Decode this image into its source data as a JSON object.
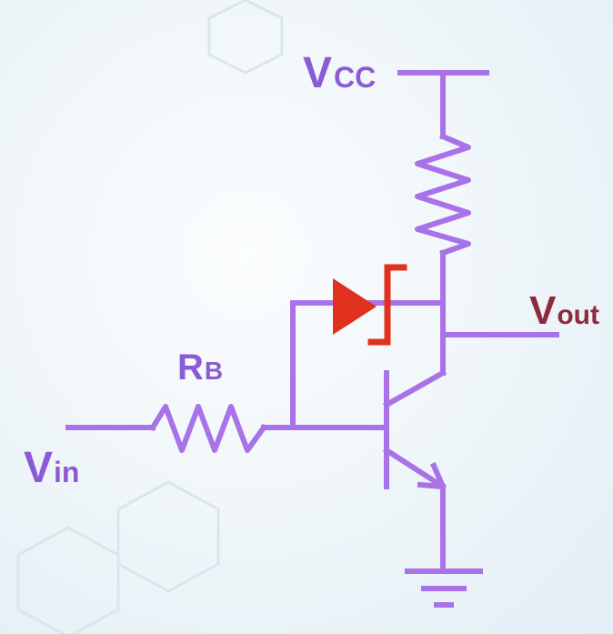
{
  "colors": {
    "wire": "#a972e8",
    "label": "#8b5bd6",
    "vout_label": "#8e2a3c",
    "zener": "#e0301e"
  },
  "labels": {
    "vcc_main": "V",
    "vcc_sub": "CC",
    "vout_main": "V",
    "vout_sub": "out",
    "vin_main": "V",
    "vin_sub": "in",
    "rb_main": "R",
    "rb_sub": "B"
  },
  "components": [
    {
      "type": "supply-rail",
      "name": "Vcc"
    },
    {
      "type": "resistor",
      "name": "collector-resistor"
    },
    {
      "type": "resistor",
      "name": "RB"
    },
    {
      "type": "zener-diode",
      "name": "zener"
    },
    {
      "type": "npn-transistor",
      "name": "transistor"
    },
    {
      "type": "ground",
      "name": "ground"
    }
  ]
}
